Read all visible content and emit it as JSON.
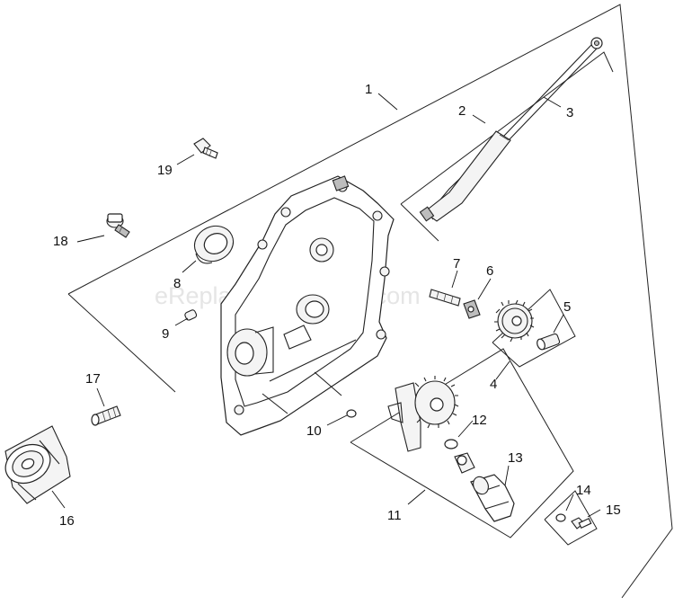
{
  "watermark": "eReplacementParts.com",
  "callouts": {
    "c1": "1",
    "c2": "2",
    "c3": "3",
    "c4": "4",
    "c5": "5",
    "c6": "6",
    "c7": "7",
    "c8": "8",
    "c9": "9",
    "c10": "10",
    "c11": "11",
    "c12": "12",
    "c13": "13",
    "c14": "14",
    "c15": "15",
    "c16": "16",
    "c17": "17",
    "c18": "18",
    "c19": "19"
  }
}
